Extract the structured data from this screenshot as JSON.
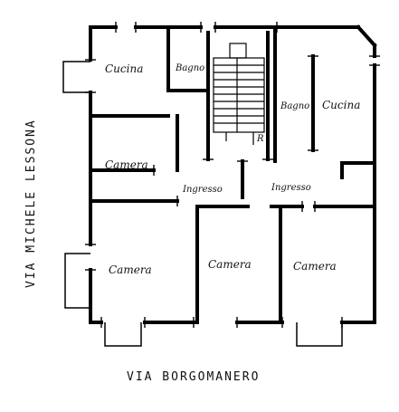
{
  "plan": {
    "streets": {
      "left": "VIA MICHELE LESSONA",
      "bottom": "VIA BORGOMANERO"
    },
    "rooms": {
      "cucina_left": "Cucina",
      "bagno_left": "Bagno",
      "camera_left_upper": "Camera",
      "ingresso_left": "Ingresso",
      "camera_left_lower": "Camera",
      "camera_middle": "Camera",
      "bagno_right": "Bagno",
      "cucina_right": "Cucina",
      "ingresso_right": "Ingresso",
      "camera_right": "Camera"
    },
    "stair_mark": "R"
  }
}
